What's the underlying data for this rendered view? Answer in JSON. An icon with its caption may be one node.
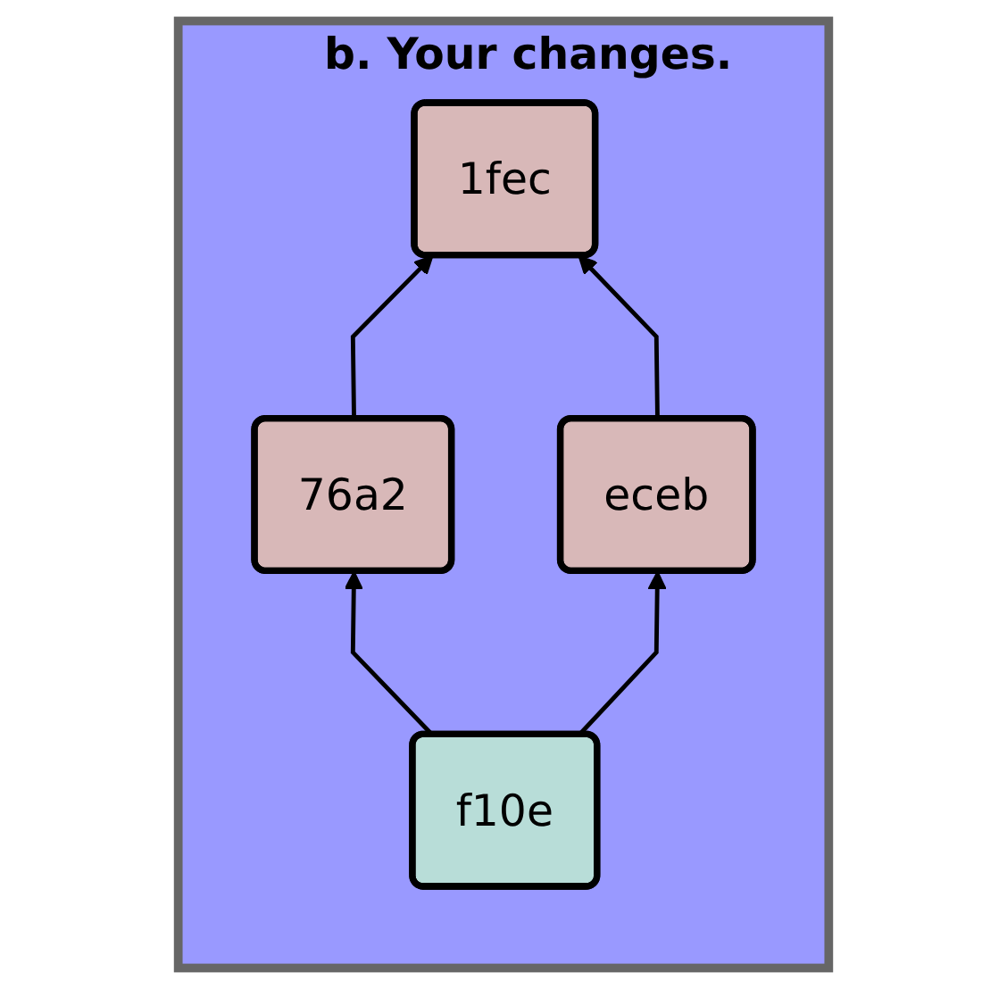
{
  "diagram": {
    "nodes": [
      {
        "text": [
          "b. Your changes."
        ]
      },
      {
        "text": [
          "1fec"
        ],
        "in": 0
      },
      {
        "text": [
          "eceb"
        ],
        "in": 0
      },
      {
        "text": [
          "76a2"
        ],
        "in": 0
      },
      {
        "text": [
          "f10e"
        ],
        "in": 0
      }
    ],
    "edges": [
      {
        "from": 3,
        "to": 1,
        "arrow": "to"
      },
      {
        "from": 2,
        "to": 1,
        "arrow": "to"
      },
      {
        "from": 4,
        "to": 3,
        "arrow": "to"
      },
      {
        "from": 4,
        "to": 2,
        "arrow": "to"
      }
    ]
  }
}
